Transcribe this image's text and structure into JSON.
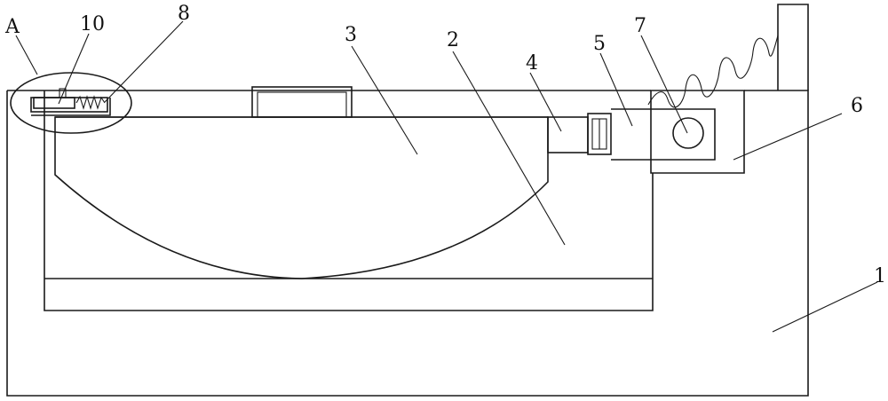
{
  "labels": {
    "a": "A",
    "n10": "10",
    "n8": "8",
    "n3": "3",
    "n2": "2",
    "n4": "4",
    "n5": "5",
    "n7": "7",
    "n6": "6",
    "n1": "1"
  },
  "colors": {
    "line": "#1a1a1a",
    "background": "#ffffff"
  }
}
